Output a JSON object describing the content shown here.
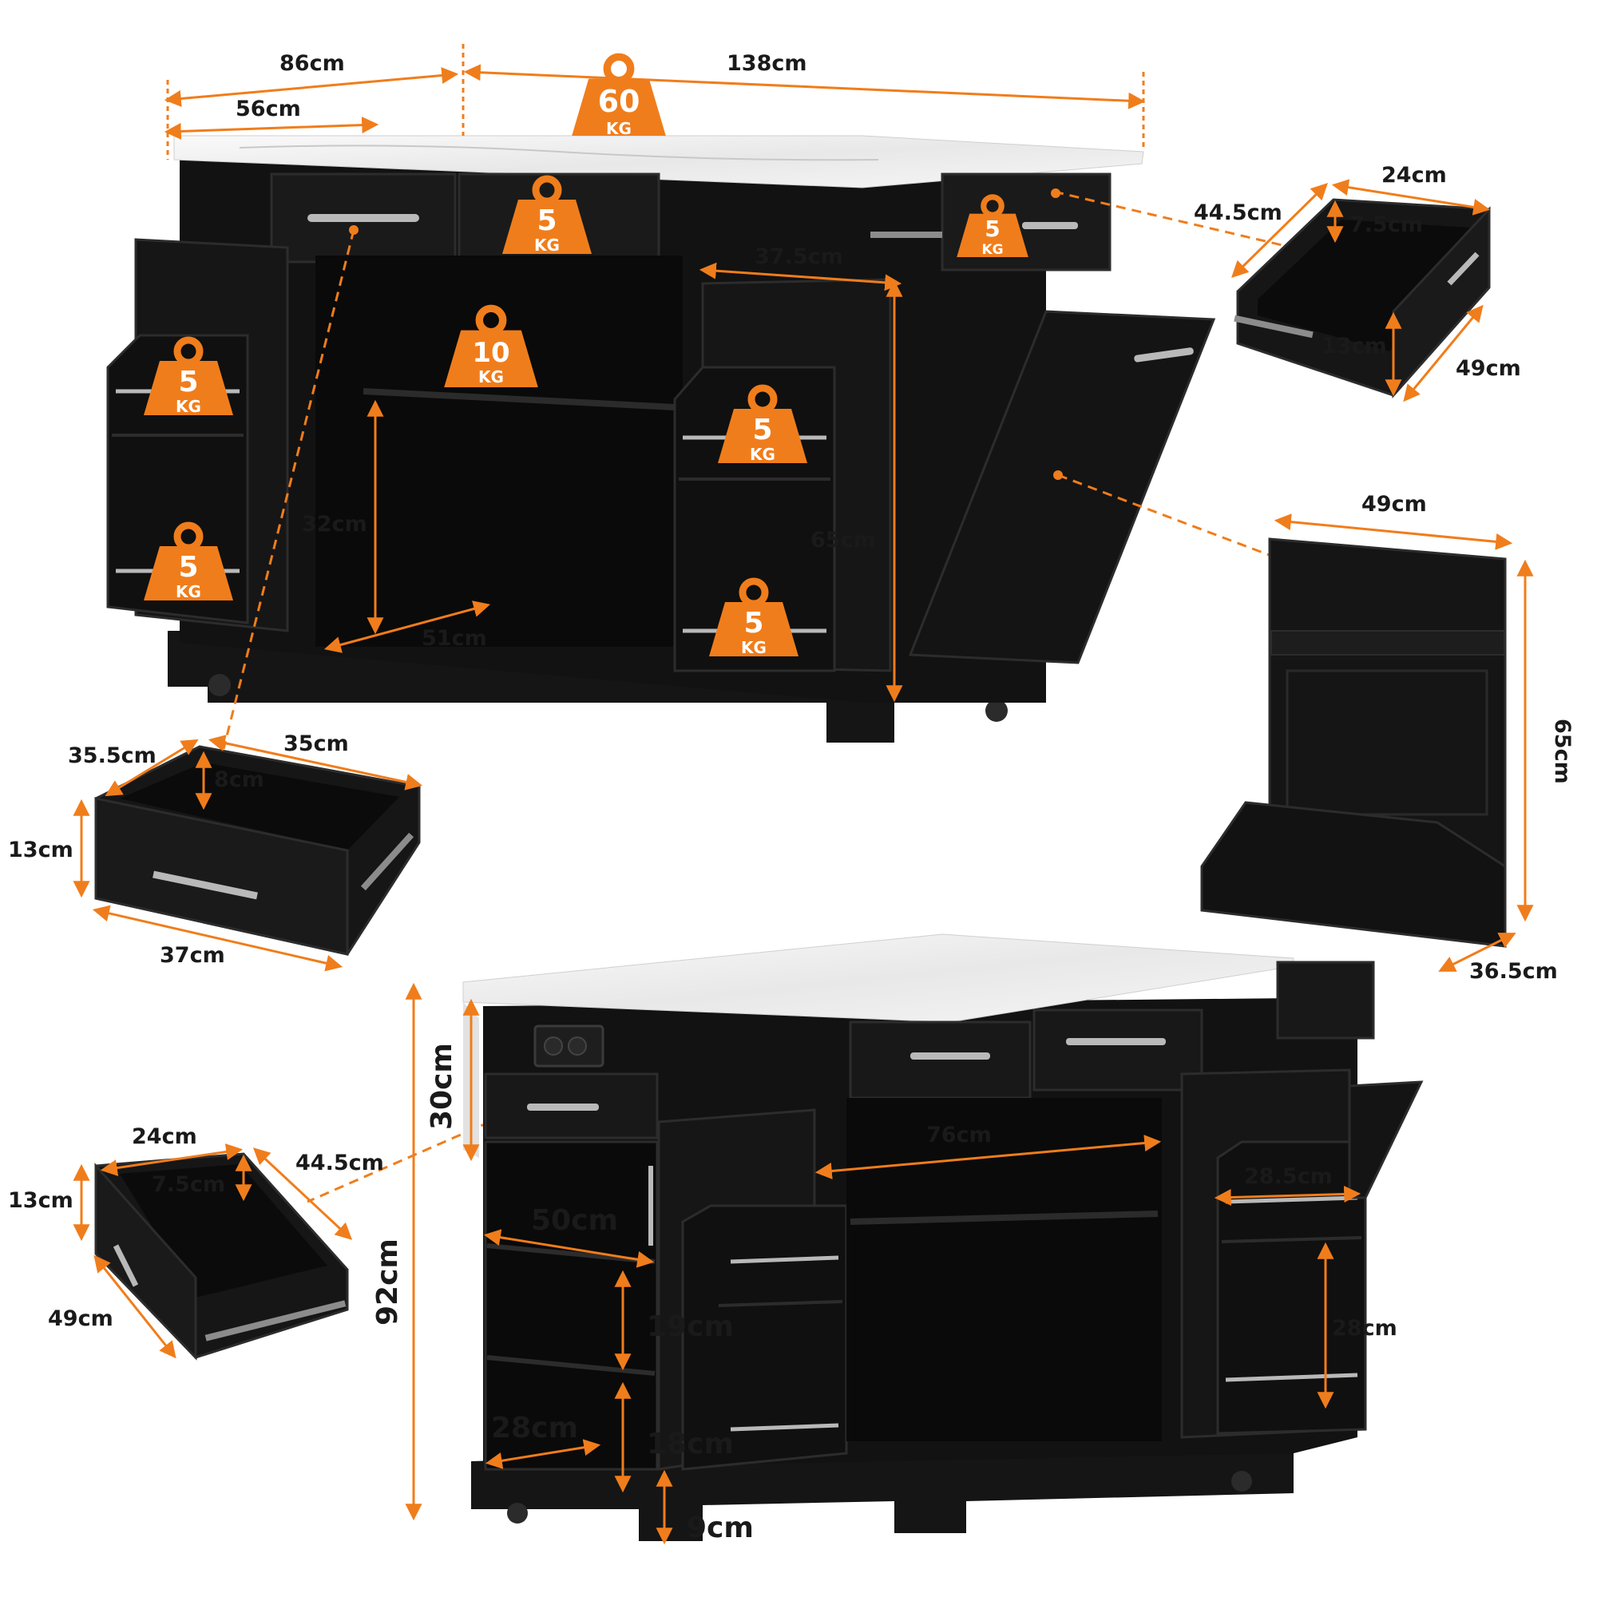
{
  "colors": {
    "accent": "#f07d1b",
    "cabinet": "#111111",
    "cabinet_edge": "#2a2a2a",
    "marble": "#f2f2f2",
    "text": "#1a1a1a"
  },
  "weight_unit": "KG",
  "weights": {
    "top": "60",
    "drawer_center": "5",
    "drawer_right": "5",
    "left_rack_upper": "5",
    "left_rack_lower": "5",
    "center_shelf": "10",
    "right_rack_upper": "5",
    "right_rack_lower": "5"
  },
  "dims_top": {
    "width_86": "86cm",
    "width_56": "56cm",
    "length_138": "138cm",
    "door_37_5": "37.5cm",
    "height_32": "32cm",
    "depth_51": "51cm",
    "height_65": "65cm"
  },
  "drawer_right": {
    "w": "24cm",
    "d": "44.5cm",
    "inner_h": "7.5cm",
    "h": "13cm",
    "depth": "49cm"
  },
  "door_panel": {
    "w": "49cm",
    "h": "65cm",
    "d": "36.5cm"
  },
  "drawer_left": {
    "w": "35cm",
    "d": "35.5cm",
    "inner_h": "8cm",
    "h": "13cm",
    "front": "37cm"
  },
  "drawer_lower_left": {
    "w": "24cm",
    "d": "44.5cm",
    "inner_h": "7.5cm",
    "h": "13cm",
    "depth": "49cm"
  },
  "dims_bottom": {
    "total_h": "92cm",
    "top_h": "30cm",
    "shelf_76": "76cm",
    "depth_50": "50cm",
    "h_19": "19cm",
    "w_28": "28cm",
    "h_18": "18cm",
    "foot_9": "9cm",
    "w_28_5": "28.5cm",
    "h_28": "28cm"
  }
}
